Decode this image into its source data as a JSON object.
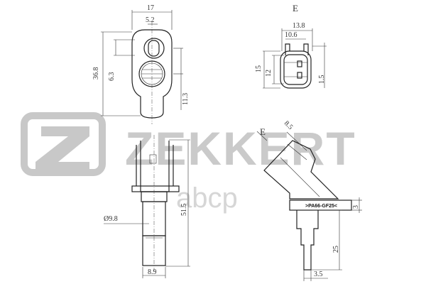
{
  "watermark": {
    "brand": "ZEKKERT",
    "logo_letter": "Z",
    "secondary": "abcp",
    "color": "#c8c8c8"
  },
  "views": {
    "front": {
      "dims": {
        "width_top": "17",
        "hole": "5.2",
        "height": "36.8",
        "hole_offset": "6.3",
        "lower": "11.3"
      }
    },
    "connector_e": {
      "label": "E",
      "dims": {
        "outer_width": "13.8",
        "inner_width": "10.6",
        "outer_height": "15",
        "inner_height": "12",
        "side": "1.5"
      }
    },
    "side": {
      "dims": {
        "total_height": "51.5",
        "diameter": "Ø9.8",
        "tip_width": "8.9"
      }
    },
    "angled": {
      "section_label": "E",
      "marking": ">PA66-GF25<",
      "dims": {
        "angle_width": "8.5",
        "flange": "3",
        "tip_length": "25",
        "tip_width": "3.5"
      }
    }
  }
}
